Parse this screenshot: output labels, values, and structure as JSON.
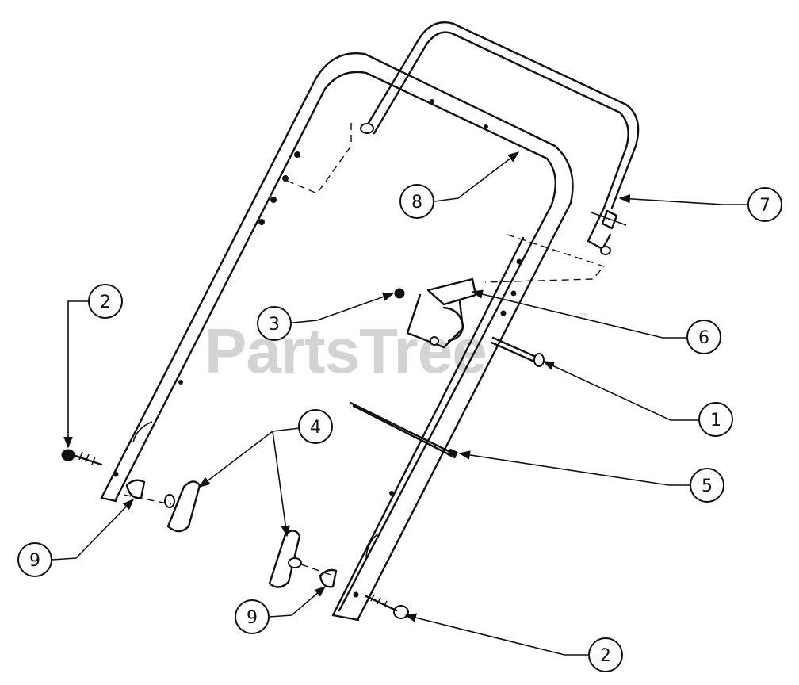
{
  "watermark": {
    "text": "PartsTree",
    "tm": "™"
  },
  "callouts": [
    {
      "id": "callout-1",
      "label": "1"
    },
    {
      "id": "callout-2-top",
      "label": "2"
    },
    {
      "id": "callout-2-bottom",
      "label": "2"
    },
    {
      "id": "callout-3",
      "label": "3"
    },
    {
      "id": "callout-4",
      "label": "4"
    },
    {
      "id": "callout-5",
      "label": "5"
    },
    {
      "id": "callout-6",
      "label": "6"
    },
    {
      "id": "callout-7",
      "label": "7"
    },
    {
      "id": "callout-8",
      "label": "8"
    },
    {
      "id": "callout-9-left",
      "label": "9"
    },
    {
      "id": "callout-9-bottom",
      "label": "9"
    }
  ]
}
